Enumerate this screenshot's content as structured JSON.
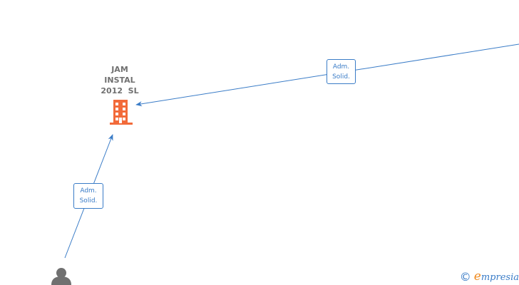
{
  "company": {
    "name_lines": [
      "JAM",
      "INSTAL",
      "2012  SL"
    ],
    "icon": "building-icon",
    "color": "#f26a3a"
  },
  "edges": [
    {
      "from": "offscreen-right",
      "to": "company",
      "label_lines": [
        "Adm.",
        "Solid."
      ]
    },
    {
      "from": "person",
      "to": "company",
      "label_lines": [
        "Adm.",
        "Solid."
      ]
    }
  ],
  "person": {
    "icon": "person-icon",
    "color": "#707070"
  },
  "footer": {
    "copyright_symbol": "©",
    "brand_initial": "e",
    "brand_rest": "mpresia"
  },
  "colors": {
    "edge": "#3a7cc7",
    "accent": "#f08a1d"
  }
}
